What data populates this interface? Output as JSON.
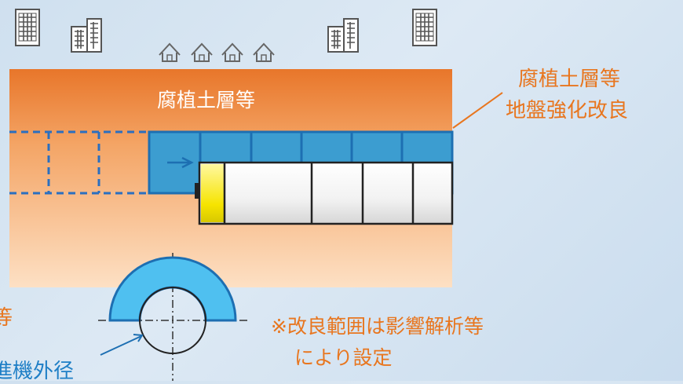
{
  "labels": {
    "surface_layer": "腐植土層等",
    "right_line1": "腐植土層等",
    "right_line2": "地盤強化改良",
    "note_line1": "※改良範囲は影響解析等",
    "note_line2": "により設定",
    "left_partial_top": "等",
    "left_partial_bottom": "進機外径"
  },
  "icons": [
    "building-icon",
    "house-icon",
    "arrow-icon"
  ],
  "colors": {
    "soil_top": "#e8762a",
    "soil_bottom": "#fde0c4",
    "improvement_blue": "#3c9dd0",
    "label_orange": "#e8761f",
    "label_blue": "#1f7fc6"
  }
}
